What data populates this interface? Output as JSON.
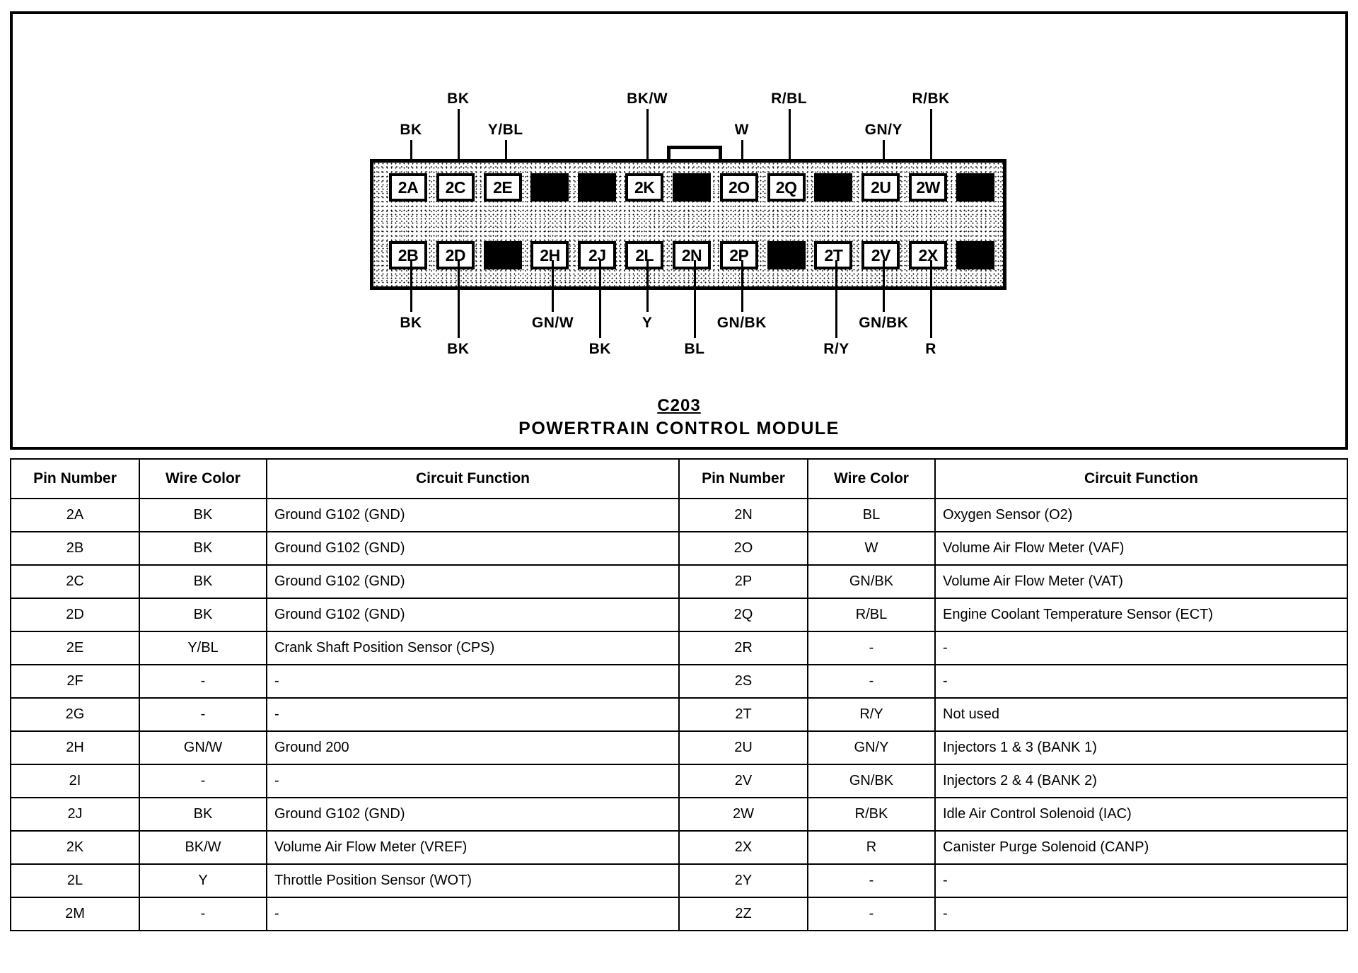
{
  "diagram": {
    "caption_id": "C203",
    "caption_title": "POWERTRAIN  CONTROL  MODULE",
    "connector": {
      "top_row": [
        {
          "label": "2A",
          "blank": false
        },
        {
          "label": "2C",
          "blank": false
        },
        {
          "label": "2E",
          "blank": false
        },
        {
          "label": "",
          "blank": true
        },
        {
          "label": "",
          "blank": true
        },
        {
          "label": "2K",
          "blank": false
        },
        {
          "label": "",
          "blank": true
        },
        {
          "label": "2O",
          "blank": false
        },
        {
          "label": "2Q",
          "blank": false
        },
        {
          "label": "",
          "blank": true
        },
        {
          "label": "2U",
          "blank": false
        },
        {
          "label": "2W",
          "blank": false
        },
        {
          "label": "",
          "blank": true
        }
      ],
      "bottom_row": [
        {
          "label": "2B",
          "blank": false
        },
        {
          "label": "2D",
          "blank": false
        },
        {
          "label": "",
          "blank": true
        },
        {
          "label": "2H",
          "blank": false
        },
        {
          "label": "2J",
          "blank": false
        },
        {
          "label": "2L",
          "blank": false
        },
        {
          "label": "2N",
          "blank": false
        },
        {
          "label": "2P",
          "blank": false
        },
        {
          "label": "",
          "blank": true
        },
        {
          "label": "2T",
          "blank": false
        },
        {
          "label": "2V",
          "blank": false
        },
        {
          "label": "2X",
          "blank": false
        },
        {
          "label": "",
          "blank": true
        }
      ]
    },
    "top_wire_labels": [
      {
        "text": "BK",
        "pin": "2A"
      },
      {
        "text": "BK",
        "pin": "2C"
      },
      {
        "text": "Y/BL",
        "pin": "2E"
      },
      {
        "text": "BK/W",
        "pin": "2K"
      },
      {
        "text": "W",
        "pin": "2O"
      },
      {
        "text": "R/BL",
        "pin": "2Q"
      },
      {
        "text": "GN/Y",
        "pin": "2U"
      },
      {
        "text": "R/BK",
        "pin": "2W"
      }
    ],
    "bottom_wire_labels": [
      {
        "text": "BK",
        "pin": "2B"
      },
      {
        "text": "BK",
        "pin": "2D"
      },
      {
        "text": "GN/W",
        "pin": "2H"
      },
      {
        "text": "BK",
        "pin": "2J"
      },
      {
        "text": "Y",
        "pin": "2L"
      },
      {
        "text": "BL",
        "pin": "2N"
      },
      {
        "text": "GN/BK",
        "pin": "2P"
      },
      {
        "text": "R/Y",
        "pin": "2T"
      },
      {
        "text": "GN/BK",
        "pin": "2V"
      },
      {
        "text": "R",
        "pin": "2X"
      }
    ]
  },
  "table": {
    "headers": {
      "pin_number": "Pin Number",
      "wire_color": "Wire Color",
      "circuit_function": "Circuit Function"
    },
    "rows": [
      {
        "left": {
          "pin": "2A",
          "color": "BK",
          "function": "Ground G102 (GND)"
        },
        "right": {
          "pin": "2N",
          "color": "BL",
          "function": "Oxygen Sensor (O2)"
        }
      },
      {
        "left": {
          "pin": "2B",
          "color": "BK",
          "function": "Ground G102 (GND)"
        },
        "right": {
          "pin": "2O",
          "color": "W",
          "function": "Volume Air Flow Meter (VAF)"
        }
      },
      {
        "left": {
          "pin": "2C",
          "color": "BK",
          "function": "Ground G102 (GND)"
        },
        "right": {
          "pin": "2P",
          "color": "GN/BK",
          "function": "Volume Air Flow Meter (VAT)"
        }
      },
      {
        "left": {
          "pin": "2D",
          "color": "BK",
          "function": "Ground G102 (GND)"
        },
        "right": {
          "pin": "2Q",
          "color": "R/BL",
          "function": "Engine Coolant Temperature Sensor (ECT)"
        }
      },
      {
        "left": {
          "pin": "2E",
          "color": "Y/BL",
          "function": "Crank Shaft Position Sensor (CPS)"
        },
        "right": {
          "pin": "2R",
          "color": "-",
          "function": "-"
        }
      },
      {
        "left": {
          "pin": "2F",
          "color": "-",
          "function": "-"
        },
        "right": {
          "pin": "2S",
          "color": "-",
          "function": "-"
        }
      },
      {
        "left": {
          "pin": "2G",
          "color": "-",
          "function": "-"
        },
        "right": {
          "pin": "2T",
          "color": "R/Y",
          "function": "Not used"
        }
      },
      {
        "left": {
          "pin": "2H",
          "color": "GN/W",
          "function": "Ground 200"
        },
        "right": {
          "pin": "2U",
          "color": "GN/Y",
          "function": "Injectors 1 & 3 (BANK 1)"
        }
      },
      {
        "left": {
          "pin": "2I",
          "color": "-",
          "function": "-"
        },
        "right": {
          "pin": "2V",
          "color": "GN/BK",
          "function": "Injectors 2 & 4 (BANK 2)"
        }
      },
      {
        "left": {
          "pin": "2J",
          "color": "BK",
          "function": "Ground G102 (GND)"
        },
        "right": {
          "pin": "2W",
          "color": "R/BK",
          "function": "Idle Air Control Solenoid (IAC)"
        }
      },
      {
        "left": {
          "pin": "2K",
          "color": "BK/W",
          "function": "Volume Air Flow Meter (VREF)"
        },
        "right": {
          "pin": "2X",
          "color": "R",
          "function": "Canister Purge Solenoid (CANP)"
        }
      },
      {
        "left": {
          "pin": "2L",
          "color": "Y",
          "function": "Throttle Position Sensor (WOT)"
        },
        "right": {
          "pin": "2Y",
          "color": "-",
          "function": "-"
        }
      },
      {
        "left": {
          "pin": "2M",
          "color": "-",
          "function": "-"
        },
        "right": {
          "pin": "2Z",
          "color": "-",
          "function": "-"
        }
      }
    ]
  }
}
